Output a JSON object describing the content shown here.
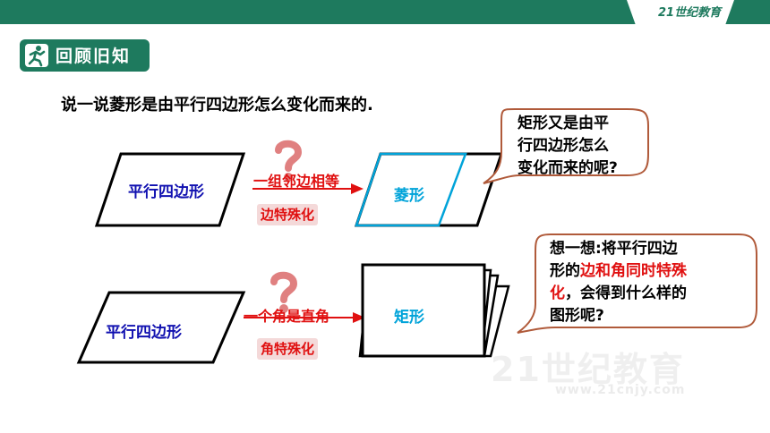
{
  "header": {
    "logo_text": "21世纪教育"
  },
  "section": {
    "title": "回顾旧知"
  },
  "question": "说一说菱形是由平行四边形怎么变化而来的.",
  "row1": {
    "source_label": "平行四边形",
    "arrow_text": "一组邻边相等",
    "tag": "边特殊化",
    "target_label": "菱形"
  },
  "row2": {
    "source_label": "平行四边形",
    "arrow_text": "一个角是直角",
    "tag": "角特殊化",
    "target_label": "矩形"
  },
  "bubble1": {
    "line1": "矩形又是由平",
    "line2": "行四边形怎么",
    "line3": "变化而来的呢?"
  },
  "bubble2": {
    "line1": "想一想:将平行四边",
    "line2_a": "形的",
    "line2_b": "边和角同时特殊",
    "line3_a": "化",
    "line3_b": "，会得到什么样的",
    "line4": "图形呢?"
  },
  "watermark": {
    "main": "21世纪教育",
    "sub": "www.21cnjy.com"
  },
  "colors": {
    "brand_green": "#1e7a5e",
    "accent_red": "#e01010",
    "shape_blue": "#1010b0",
    "cyan": "#00a3d9"
  }
}
